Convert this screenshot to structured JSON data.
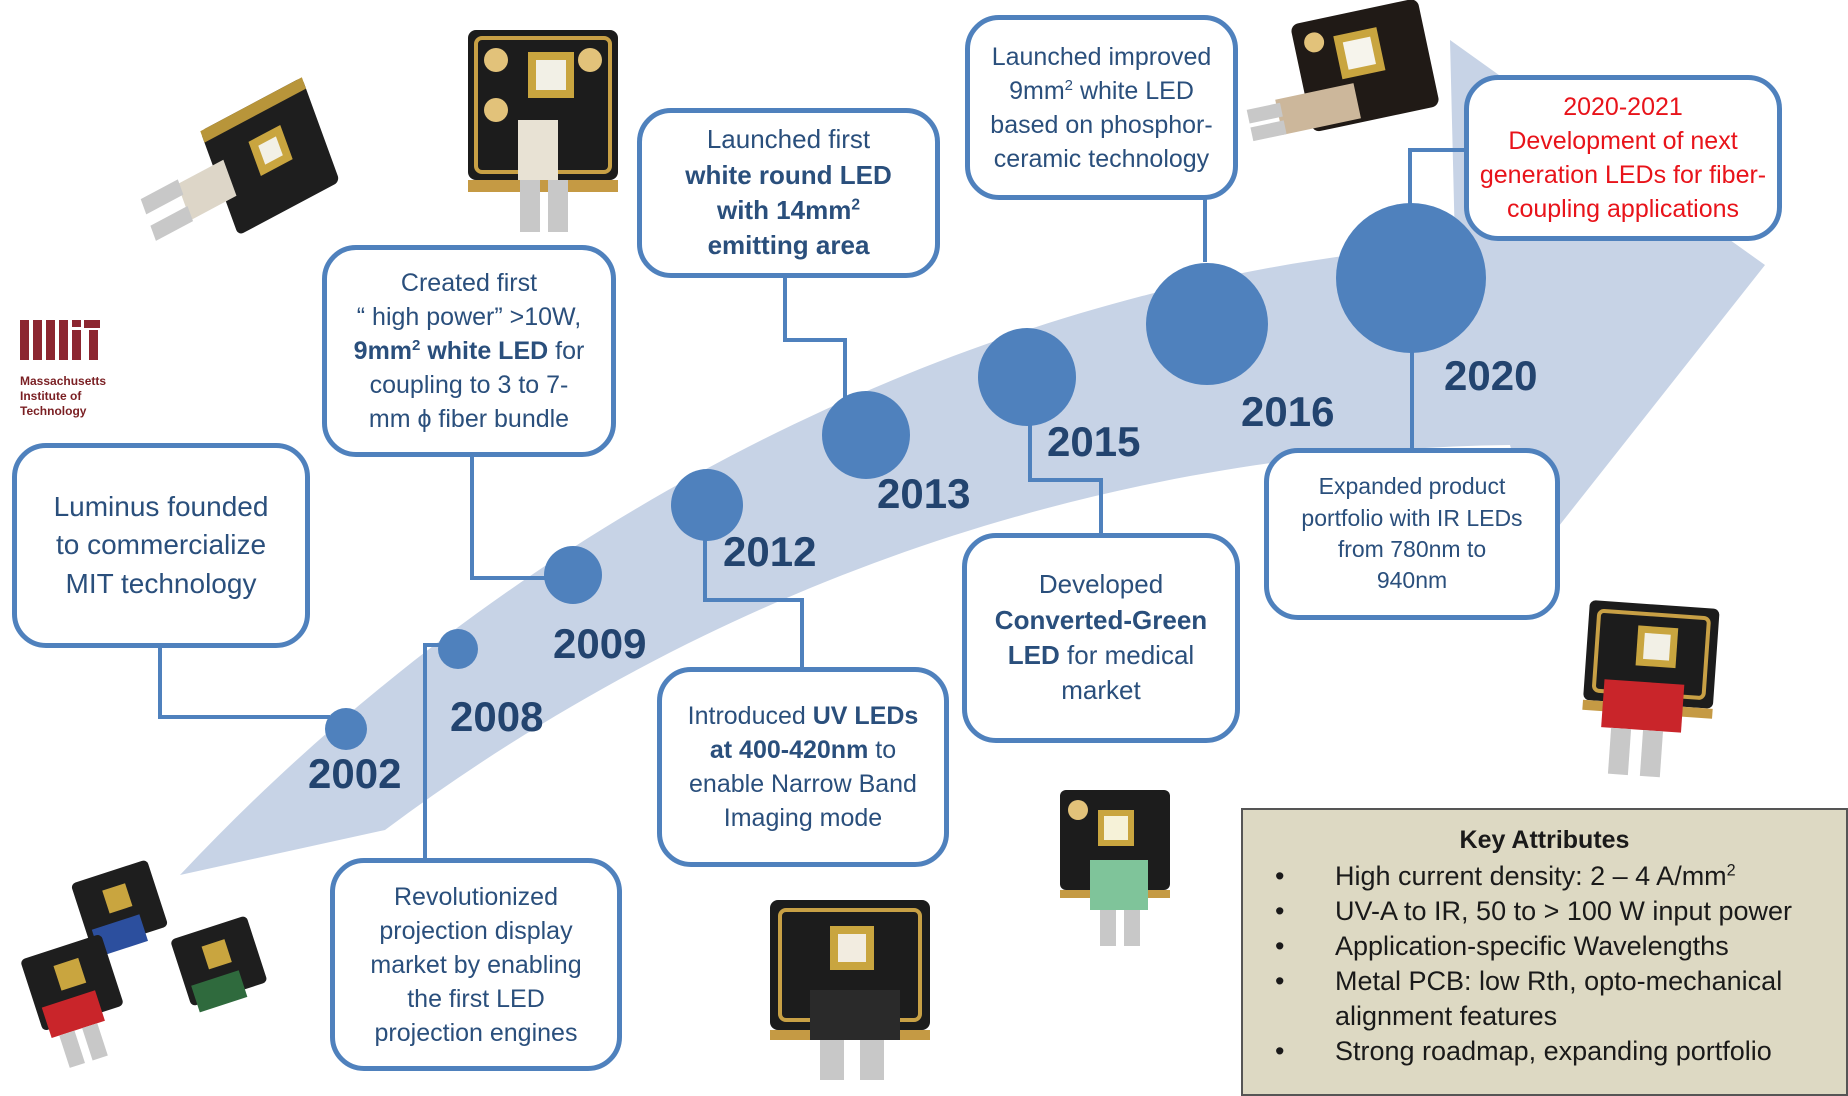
{
  "colors": {
    "arrow": "#c7d3e6",
    "node": "#4f81bd",
    "box_border": "#4f81bd",
    "box_text": "#2a4f7c",
    "year_text": "#23446f",
    "red_text": "#e8131a",
    "attributes_bg": "#ddd9c3",
    "mit_red": "#8c2630"
  },
  "logo": {
    "letters": "MIT",
    "lines": [
      "Massachusetts",
      "Institute of",
      "Technology"
    ]
  },
  "timeline": {
    "years": [
      "2002",
      "2008",
      "2009",
      "2012",
      "2013",
      "2015",
      "2016",
      "2020"
    ],
    "boxes": {
      "y2002": [
        [
          {
            "t": "Luminus founded"
          }
        ],
        [
          {
            "t": "to commercialize"
          }
        ],
        [
          {
            "t": "MIT technology"
          }
        ]
      ],
      "y2008": [
        [
          {
            "t": "Revolutionized"
          }
        ],
        [
          {
            "t": "projection display"
          }
        ],
        [
          {
            "t": "market by enabling"
          }
        ],
        [
          {
            "t": "the first LED"
          }
        ],
        [
          {
            "t": "projection engines"
          }
        ]
      ],
      "y2009": [
        [
          {
            "t": "Created first"
          }
        ],
        [
          {
            "t": "“ high power” >10W,"
          }
        ],
        [
          {
            "t": "9mm",
            "b": true
          },
          {
            "t": "2",
            "b": true,
            "sup": true
          },
          {
            "t": " white LED",
            "b": true
          },
          {
            "t": " for"
          }
        ],
        [
          {
            "t": "coupling to 3 to 7-"
          }
        ],
        [
          {
            "t": "mm ϕ fiber bundle"
          }
        ]
      ],
      "y2012": [
        [
          {
            "t": "Introduced "
          },
          {
            "t": "UV LEDs",
            "b": true
          }
        ],
        [
          {
            "t": "at 400-420nm",
            "b": true
          },
          {
            "t": " to"
          }
        ],
        [
          {
            "t": "enable Narrow Band"
          }
        ],
        [
          {
            "t": "Imaging mode"
          }
        ]
      ],
      "y2013": [
        [
          {
            "t": "Launched first"
          }
        ],
        [
          {
            "t": "white round LED",
            "b": true
          }
        ],
        [
          {
            "t": "with 14mm",
            "b": true
          },
          {
            "t": "2",
            "b": true,
            "sup": true
          }
        ],
        [
          {
            "t": "emitting area",
            "b": true
          }
        ]
      ],
      "y2015": [
        [
          {
            "t": "Developed"
          }
        ],
        [
          {
            "t": "Converted-Green",
            "b": true
          }
        ],
        [
          {
            "t": "LED",
            "b": true
          },
          {
            "t": " for medical"
          }
        ],
        [
          {
            "t": "market"
          }
        ]
      ],
      "y2016": [
        [
          {
            "t": "Launched improved"
          }
        ],
        [
          {
            "t": "9mm"
          },
          {
            "t": "2",
            "sup": true
          },
          {
            "t": " white LED"
          }
        ],
        [
          {
            "t": "based on phosphor-"
          }
        ],
        [
          {
            "t": "ceramic technology"
          }
        ]
      ],
      "y2020_future": [
        [
          {
            "t": "2020-2021"
          }
        ],
        [
          {
            "t": "Development of next"
          }
        ],
        [
          {
            "t": "generation LEDs for fiber-"
          }
        ],
        [
          {
            "t": "coupling applications"
          }
        ]
      ],
      "y2020": [
        [
          {
            "t": "Expanded product"
          }
        ],
        [
          {
            "t": "portfolio with IR LEDs"
          }
        ],
        [
          {
            "t": "from 780nm to"
          }
        ],
        [
          {
            "t": "940nm"
          }
        ]
      ]
    }
  },
  "key_attributes": {
    "title": "Key Attributes",
    "bullet": "•",
    "items": [
      [
        {
          "t": "High current density: 2 – 4 A/mm"
        },
        {
          "t": "2",
          "sup": true
        }
      ],
      [
        {
          "t": "UV-A to IR, 50 to > 100 W input power"
        }
      ],
      [
        {
          "t": "Application-specific Wavelengths"
        }
      ],
      [
        {
          "t": "Metal PCB: low Rth, opto-mechanical alignment features"
        }
      ],
      [
        {
          "t": "Strong roadmap, expanding portfolio"
        }
      ]
    ]
  },
  "product_images": [
    "led-module",
    "led-module",
    "led-module",
    "led-module",
    "led-module",
    "led-module",
    "led-module-red",
    "led-module-rgb-set"
  ]
}
